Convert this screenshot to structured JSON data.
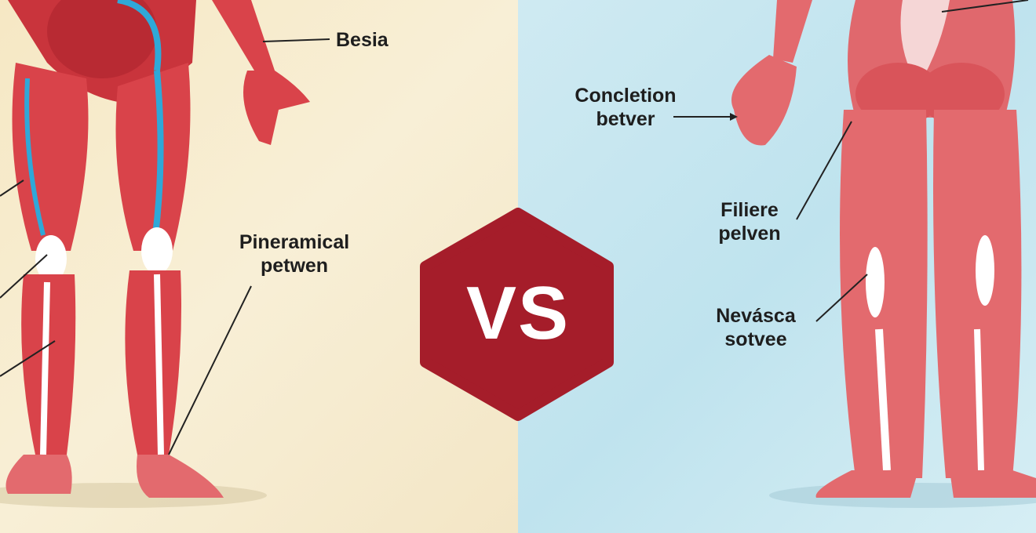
{
  "left_panel": {
    "background": "#f6e8c4",
    "labels": [
      {
        "id": "besia",
        "text": "Besia"
      },
      {
        "id": "pineramical",
        "line1": "Pineramical",
        "line2": "petwen"
      }
    ]
  },
  "right_panel": {
    "background": "#c8e7f0",
    "labels": [
      {
        "id": "concletion",
        "line1": "Concletion",
        "line2": "betver"
      },
      {
        "id": "filiere",
        "line1": "Filiere",
        "line2": "pelven"
      },
      {
        "id": "nevasca",
        "line1": "Nevásca",
        "line2": "sotvee"
      }
    ]
  },
  "badge": {
    "text": "VS",
    "color": "#a51d2a"
  },
  "colors": {
    "muscle": "#d9434a",
    "muscle_light": "#e8767a",
    "bone": "#ffffff",
    "vein": "#2fa8d8",
    "skin": "#f08d8f"
  }
}
